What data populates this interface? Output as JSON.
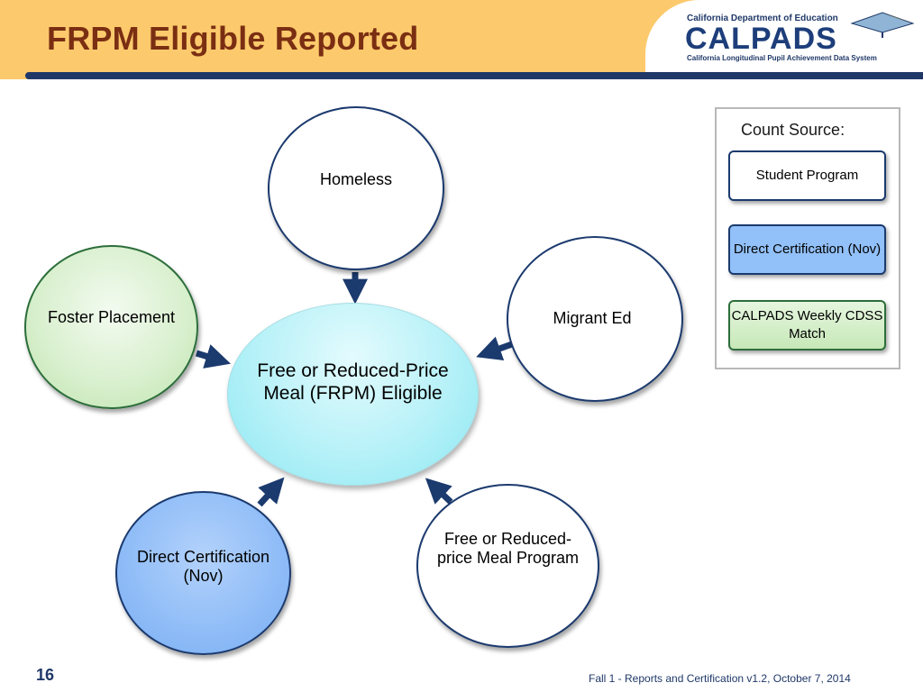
{
  "header": {
    "title": "FRPM Eligible Reported",
    "logo": {
      "top_text": "California Department of Education",
      "main_text": "CALPADS",
      "sub_text": "California Longitudinal Pupil Achievement Data System"
    }
  },
  "diagram": {
    "center": "Free or Reduced-Price Meal (FRPM) Eligible",
    "nodes": {
      "homeless": "Homeless",
      "migrant": "Migrant Ed",
      "foster": "Foster Placement",
      "direct": "Direct Certification (Nov)",
      "frmp_program": "Free or Reduced-price Meal Program"
    },
    "colors": {
      "white_source": "#ffffff",
      "blue_source": "#8fbcf7",
      "green_source": "#d7efcc",
      "center": "#b6f1f8",
      "arrow": "#1b3a6e"
    }
  },
  "legend": {
    "title": "Count Source:",
    "items": [
      "Student Program",
      "Direct Certification (Nov)",
      "CALPADS Weekly CDSS Match"
    ]
  },
  "footer": {
    "page_number": "16",
    "text": "Fall 1 - Reports and Certification v1.2, October 7, 2014"
  }
}
